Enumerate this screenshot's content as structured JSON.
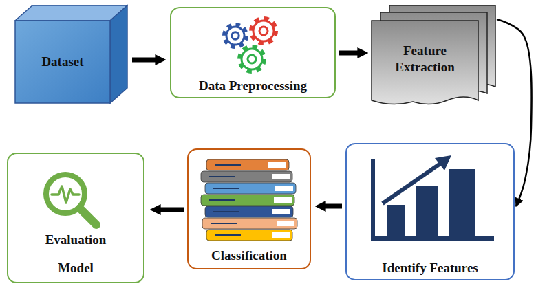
{
  "diagram": {
    "nodes": [
      {
        "text": [
          "Dataset"
        ]
      },
      {
        "text": [
          "Data Preprocessing"
        ]
      },
      {
        "text": [
          "Feature Extraction"
        ]
      },
      {
        "text": [
          "Identify Features"
        ]
      },
      {
        "text": [
          "Classification"
        ]
      },
      {
        "text": [
          "Evaluation Model"
        ]
      }
    ],
    "edges": [
      {
        "from": 0,
        "to": 1,
        "arrow": "to"
      },
      {
        "from": 1,
        "to": 2,
        "arrow": "to"
      },
      {
        "from": 2,
        "to": 3,
        "arrow": "to"
      },
      {
        "from": 3,
        "to": 4,
        "arrow": "to"
      },
      {
        "from": 4,
        "to": 5,
        "arrow": "to"
      }
    ]
  }
}
